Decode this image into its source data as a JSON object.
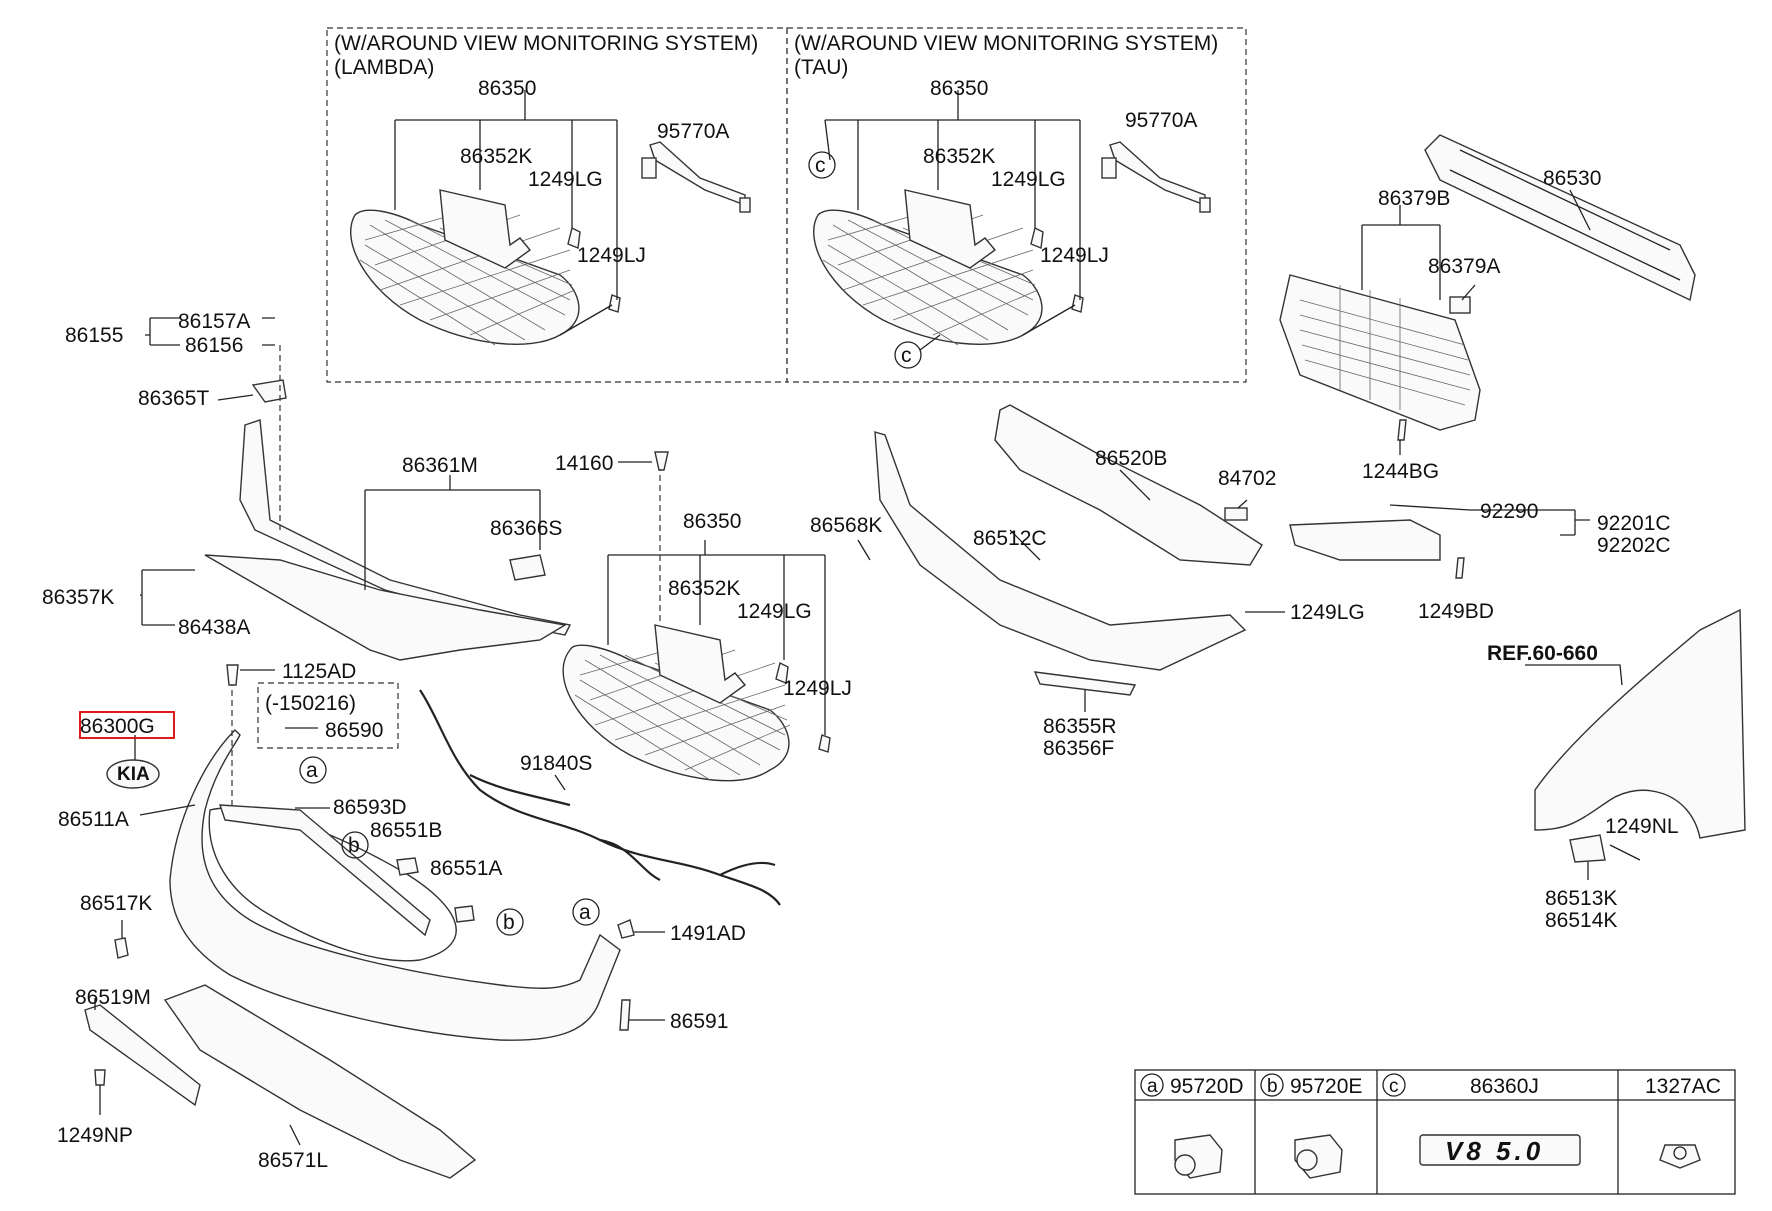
{
  "boxes": {
    "lambda_title": "(W/AROUND VIEW MONITORING SYSTEM)",
    "lambda_sub": "(LAMBDA)",
    "tau_title": "(W/AROUND VIEW MONITORING SYSTEM)",
    "tau_sub": "(TAU)"
  },
  "lambda": {
    "p1": "86350",
    "p2": "86352K",
    "p3": "1249LG",
    "p4": "1249LJ",
    "p5": "95770A"
  },
  "tau": {
    "p1": "86350",
    "p2": "86352K",
    "p3": "1249LG",
    "p4": "1249LJ",
    "p5": "95770A",
    "c1": "c",
    "c2": "c"
  },
  "right": {
    "p86530": "86530",
    "p86379B": "86379B",
    "p86379A": "86379A",
    "p1244BG": "1244BG",
    "p86520B": "86520B",
    "p84702": "84702",
    "p92290": "92290",
    "p92201C": "92201C",
    "p92202C": "92202C",
    "p1249BD": "1249BD",
    "p86568K": "86568K",
    "p86512C": "86512C",
    "p1249LG": "1249LG",
    "p86355R": "86355R",
    "p86356F": "86356F",
    "ref": "REF.60-660",
    "p1249NL": "1249NL",
    "p86513K": "86513K",
    "p86514K": "86514K"
  },
  "left": {
    "p86157A": "86157A",
    "p86155": "86155",
    "p86156": "86156",
    "p86365T": "86365T",
    "p86361M": "86361M",
    "p86366S": "86366S",
    "p86357K": "86357K",
    "p86438A": "86438A",
    "p14160": "14160",
    "p86350": "86350",
    "p86352K": "86352K",
    "p1249LG": "1249LG",
    "p1249LJ": "1249LJ",
    "p1125AD": "1125AD",
    "p150216": "(-150216)",
    "p86590": "86590",
    "p86300G": "86300G",
    "p86511A": "86511A",
    "p91840S": "91840S",
    "p86593D": "86593D",
    "p86551B": "86551B",
    "p86551A": "86551A",
    "p86517K": "86517K",
    "p1491AD": "1491AD",
    "p86519M": "86519M",
    "p86591": "86591",
    "p1249NP": "1249NP",
    "p86571L": "86571L",
    "a1": "a",
    "b1": "b",
    "a2": "a",
    "b2": "b"
  },
  "table": {
    "a": {
      "letter": "a",
      "part": "95720D"
    },
    "b": {
      "letter": "b",
      "part": "95720E"
    },
    "c": {
      "letter": "c",
      "part": "86360J"
    },
    "d": {
      "part": "1327AC"
    },
    "emblem": "V8 5.0"
  }
}
